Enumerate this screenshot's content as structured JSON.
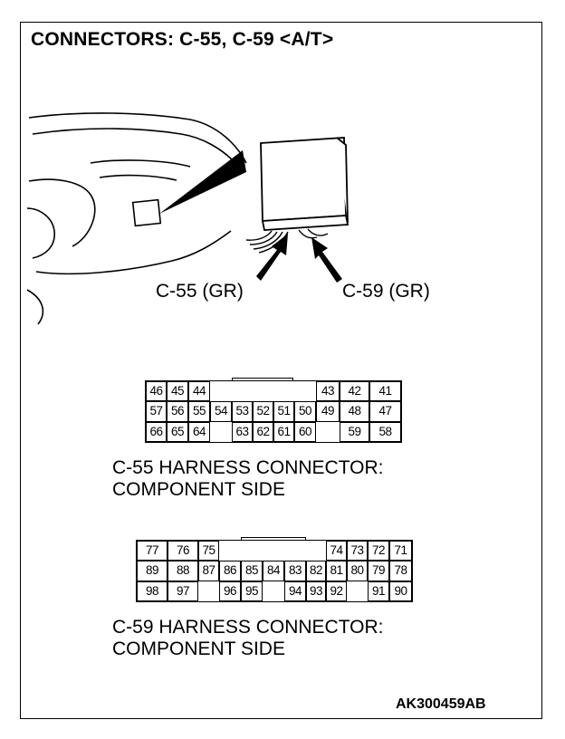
{
  "header": {
    "title": "CONNECTORS: C-55, C-59 <A/T>"
  },
  "illustration": {
    "label_c55": "C-55 (GR)",
    "label_c59": "C-59 (GR)"
  },
  "connector_c55": {
    "caption_line1": "C-55 HARNESS CONNECTOR:",
    "caption_line2": "COMPONENT SIDE",
    "pins": [
      "46",
      "45",
      "44",
      "43",
      "42",
      "41",
      "57",
      "56",
      "55",
      "54",
      "53",
      "52",
      "51",
      "50",
      "49",
      "48",
      "47",
      "66",
      "65",
      "64",
      "63",
      "62",
      "61",
      "60",
      "59",
      "58"
    ]
  },
  "connector_c59": {
    "caption_line1": "C-59 HARNESS CONNECTOR:",
    "caption_line2": "COMPONENT SIDE",
    "pins": [
      "77",
      "76",
      "75",
      "74",
      "73",
      "72",
      "71",
      "89",
      "88",
      "87",
      "86",
      "85",
      "84",
      "83",
      "82",
      "81",
      "80",
      "79",
      "78",
      "98",
      "97",
      "96",
      "95",
      "94",
      "93",
      "92",
      "91",
      "90"
    ]
  },
  "footer": {
    "code": "AK300459AB"
  }
}
